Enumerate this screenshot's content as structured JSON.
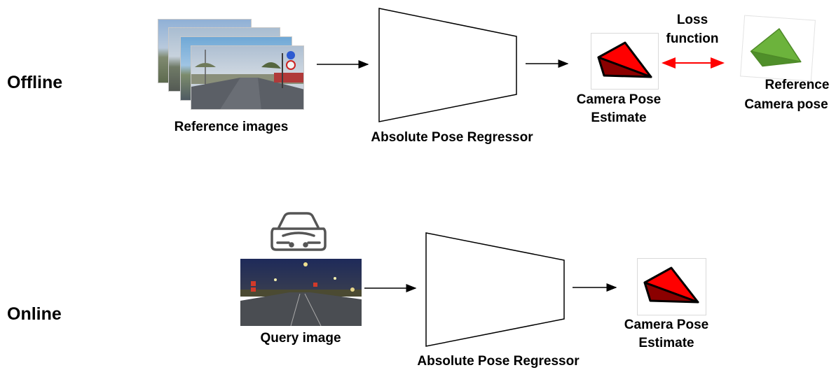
{
  "sections": {
    "offline": {
      "label": "Offline",
      "reference_images_label": "Reference images",
      "regressor_label": "Absolute Pose Regressor",
      "estimate_label": [
        "Camera Pose",
        "Estimate"
      ],
      "loss_label": [
        "Loss",
        "function"
      ],
      "reference_pose_label": [
        "Reference",
        "Camera pose"
      ]
    },
    "online": {
      "label": "Online",
      "query_image_label": "Query image",
      "regressor_label": "Absolute Pose Regressor",
      "estimate_label": [
        "Camera Pose",
        "Estimate"
      ]
    }
  },
  "colors": {
    "pose_estimate": "#ff0000",
    "pose_estimate_shade": "#8b0000",
    "reference_pose": "#5aa02c",
    "loss_arrow": "#ff0000",
    "car_icon": "#555555"
  },
  "icons": [
    "car-icon",
    "camera-frustum-icon"
  ]
}
